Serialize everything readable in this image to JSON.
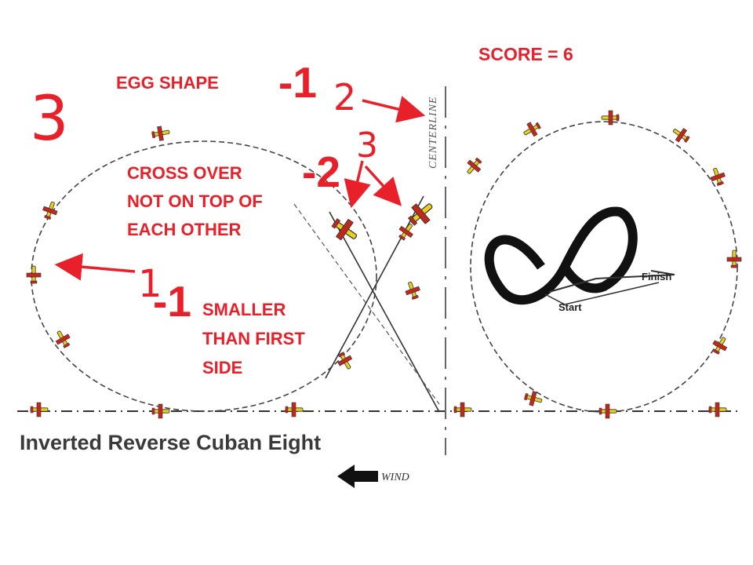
{
  "score_text": "SCORE = 6",
  "diagram_title": "Inverted Reverse Cuban Eight",
  "centerline_label": "CENTERLINE",
  "wind_label": "WIND",
  "inset": {
    "start_label": "Start",
    "finish_label": "Finish"
  },
  "annotations": {
    "egg_shape": {
      "text": "EGG SHAPE",
      "penalty": "-1",
      "marker": "2"
    },
    "cross_over": {
      "lines": [
        "CROSS OVER",
        "NOT ON TOP OF",
        "EACH OTHER"
      ],
      "penalty": "-2",
      "marker": "3"
    },
    "smaller": {
      "lines": [
        "SMALLER",
        "THAN FIRST",
        "SIDE"
      ],
      "penalty": "-1",
      "marker": "1"
    },
    "manoeuvre_number": "3"
  },
  "colors": {
    "annotation": "#e8202a",
    "title": "#3a3a3a",
    "line": "#333333",
    "plane_yellow": "#e8d020",
    "plane_red": "#c0281c"
  }
}
